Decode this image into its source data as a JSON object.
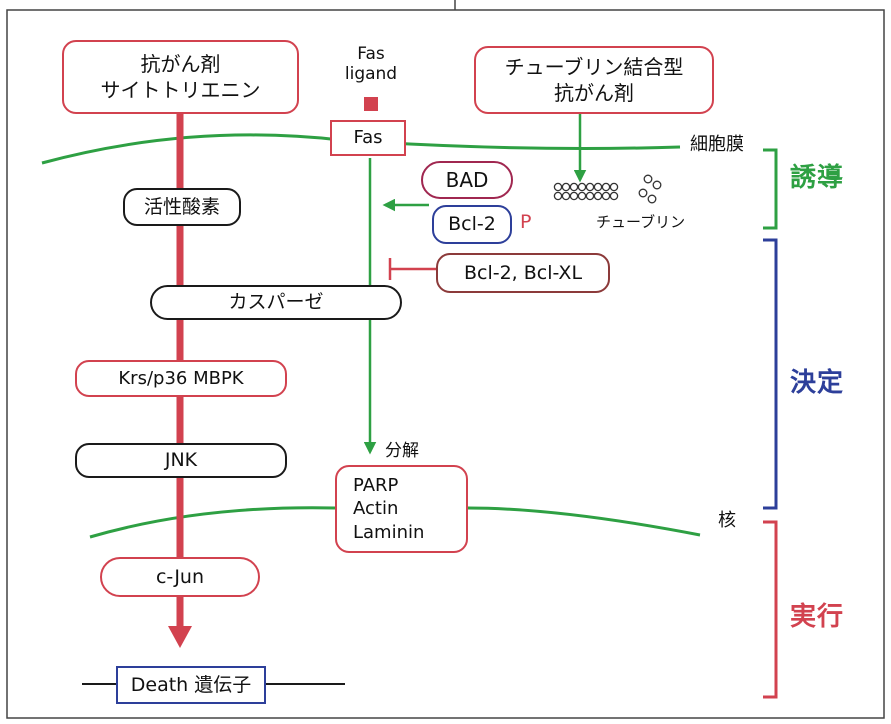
{
  "boxes": {
    "anticancer_drug": "抗がん剤\nサイトトリエニン",
    "tubulin_drug": "チューブリン結合型\n抗がん剤",
    "fas": "Fas",
    "ros": "活性酸素",
    "bad": "BAD",
    "bcl2": "Bcl-2",
    "bcl2_bclxl": "Bcl-2, Bcl-XL",
    "caspase": "カスパーゼ",
    "krs": "Krs/p36 MBPK",
    "jnk": "JNK",
    "parp": "PARP\nActin\nLaminin",
    "cjun": "c-Jun",
    "death_gene": "Death 遺伝子"
  },
  "labels": {
    "fas_ligand": "Fas\nligand",
    "phospho": "P",
    "cell_membrane": "細胞膜",
    "tubulin": "チューブリン",
    "degradation": "分解",
    "nucleus": "核"
  },
  "phases": {
    "induction": "誘導",
    "decision": "決定",
    "execution": "実行"
  },
  "colors": {
    "red": "#d2424f",
    "green": "#2ea043",
    "blue": "#2d3f9a",
    "black": "#1a1a1a"
  }
}
